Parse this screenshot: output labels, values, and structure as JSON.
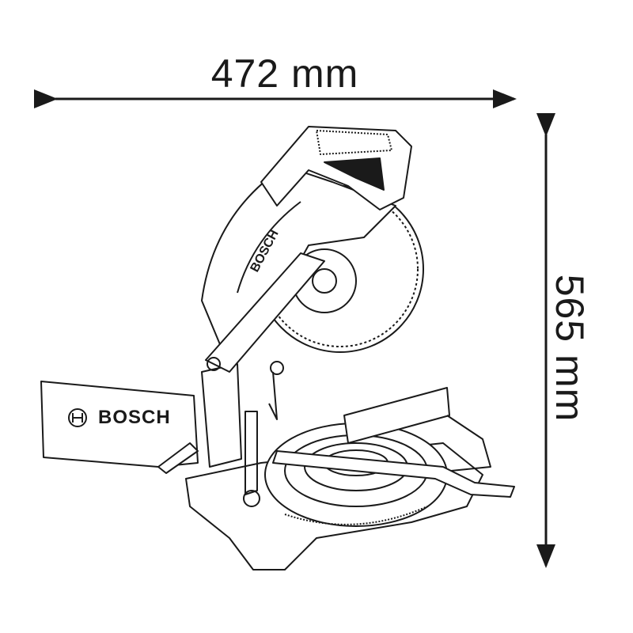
{
  "dimensions": {
    "width_label": "472 mm",
    "height_label": "565 mm"
  },
  "product": {
    "brand_on_dust_bag": "BOSCH",
    "brand_on_blade_guard": "BOSCH"
  },
  "colors": {
    "line": "#1a1a1a",
    "background": "#ffffff"
  }
}
